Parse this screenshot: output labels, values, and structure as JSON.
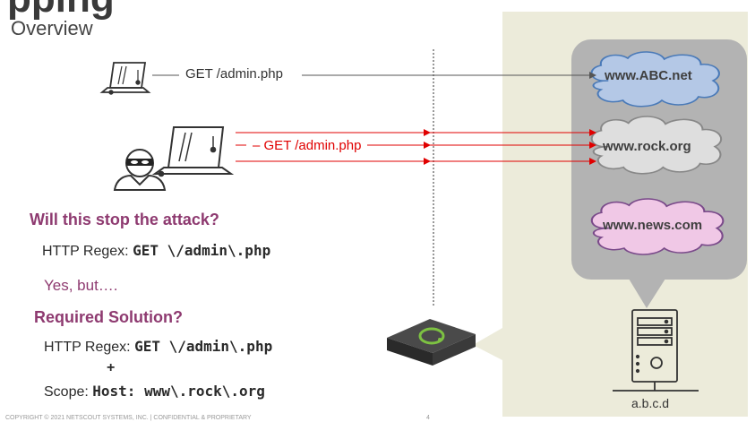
{
  "slide": {
    "title": "pping",
    "subtitle": "Overview"
  },
  "requests": {
    "normal": "GET /admin.php",
    "attack": "GET /admin.php"
  },
  "clouds": [
    {
      "label": "www.ABC.net",
      "fill": "#b4c8e6"
    },
    {
      "label": "www.rock.org",
      "fill": "#dedede"
    },
    {
      "label": "www.news.com",
      "fill": "#f0c8e6"
    }
  ],
  "question1": {
    "heading": "Will this stop the attack?",
    "regex_label": "HTTP Regex:",
    "regex_value": "GET \\/admin\\.php",
    "answer": "Yes, but…."
  },
  "question2": {
    "heading": "Required Solution?",
    "regex_label": "HTTP Regex:",
    "regex_value": "GET \\/admin\\.php",
    "plus": "+",
    "scope_label": "Scope:",
    "scope_value": "Host: www\\.rock\\.org"
  },
  "server": {
    "address": "a.b.c.d"
  },
  "footer": {
    "copyright": "COPYRIGHT © 2021 NETSCOUT SYSTEMS, INC. | CONFIDENTIAL & PROPRIETARY",
    "page": "4"
  },
  "colors": {
    "accent": "#8e3a70",
    "attack_red": "#e00000",
    "panel": "#ecebda",
    "cloud_box": "#b3b3b3",
    "device_green": "#7dc242"
  },
  "icons": [
    "laptop-icon",
    "attacker-icon",
    "cloud-icon",
    "server-icon",
    "appliance-icon"
  ]
}
